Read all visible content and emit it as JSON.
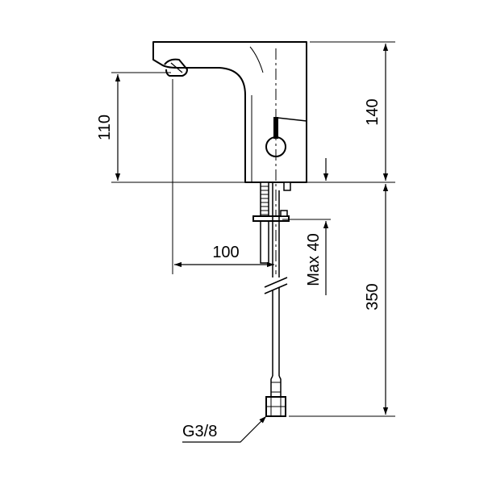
{
  "drawing": {
    "dimensions": {
      "spout_height": "110",
      "total_height": "140",
      "spout_reach": "100",
      "max_deck_thickness": "Max 40",
      "hose_length": "350"
    },
    "connection": {
      "thread_label": "G3/8"
    },
    "colors": {
      "line": "#000000",
      "background": "#ffffff"
    }
  }
}
